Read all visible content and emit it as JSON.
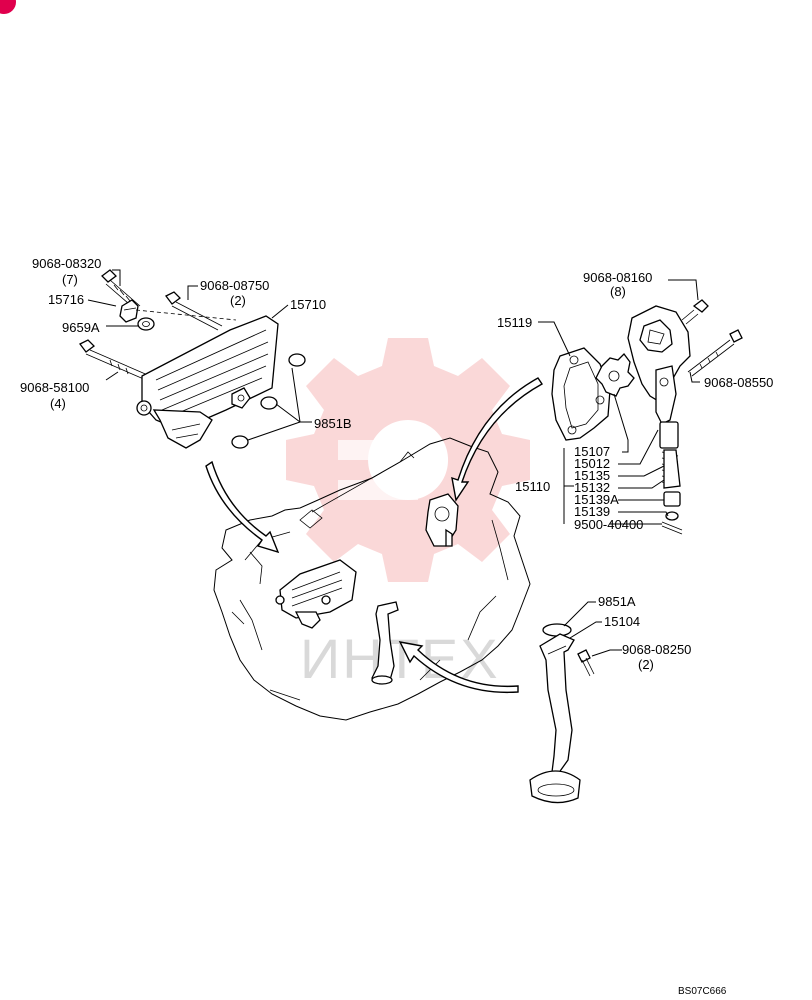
{
  "labels": [
    {
      "id": "lbl-9068-08320",
      "text": "9068-08320"
    },
    {
      "id": "lbl-9068-08320-qty",
      "text": "(7)"
    },
    {
      "id": "lbl-15716",
      "text": "15716"
    },
    {
      "id": "lbl-9659a",
      "text": "9659A"
    },
    {
      "id": "lbl-9068-58100",
      "text": "9068-58100"
    },
    {
      "id": "lbl-9068-58100-qty",
      "text": "(4)"
    },
    {
      "id": "lbl-9068-08750",
      "text": "9068-08750"
    },
    {
      "id": "lbl-9068-08750-qty",
      "text": "(2)"
    },
    {
      "id": "lbl-15710",
      "text": "15710"
    },
    {
      "id": "lbl-9851b",
      "text": "9851B"
    },
    {
      "id": "lbl-15119",
      "text": "15119"
    },
    {
      "id": "lbl-9068-08160",
      "text": "9068-08160"
    },
    {
      "id": "lbl-9068-08160-qty",
      "text": "(8)"
    },
    {
      "id": "lbl-9068-08550",
      "text": "9068-08550"
    },
    {
      "id": "lbl-15107",
      "text": "15107"
    },
    {
      "id": "lbl-15012",
      "text": "15012"
    },
    {
      "id": "lbl-15135",
      "text": "15135"
    },
    {
      "id": "lbl-15110",
      "text": "15110"
    },
    {
      "id": "lbl-15132",
      "text": "15132"
    },
    {
      "id": "lbl-15139a",
      "text": "15139A"
    },
    {
      "id": "lbl-15139",
      "text": "15139"
    },
    {
      "id": "lbl-9500-40400",
      "text": "9500-40400"
    },
    {
      "id": "lbl-9851a",
      "text": "9851A"
    },
    {
      "id": "lbl-15104",
      "text": "15104"
    },
    {
      "id": "lbl-9068-08250",
      "text": "9068-08250"
    },
    {
      "id": "lbl-9068-08250-qty",
      "text": "(2)"
    }
  ],
  "watermark": {
    "text": "ИНТЕХ",
    "color": "#f6b8b8"
  },
  "drawing_code": "BS07C666",
  "colors": {
    "line": "#000000",
    "watermark_gear": "#f6b8b8",
    "watermark_text": "#d9d9d9",
    "corner_badge": "#e0004d"
  }
}
